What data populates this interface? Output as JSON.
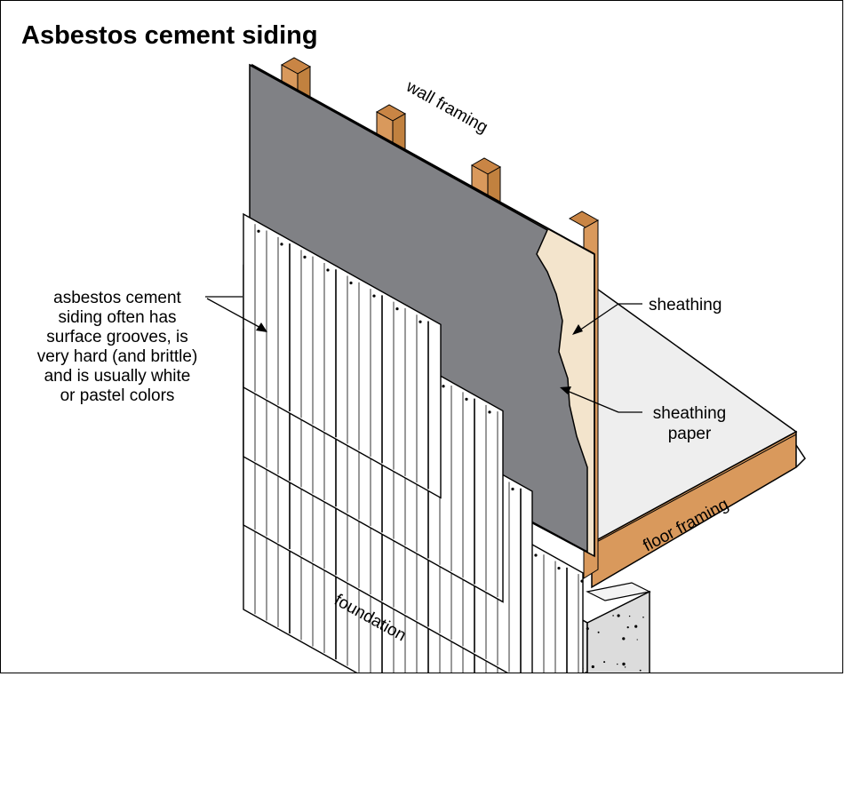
{
  "title": "Asbestos cement siding",
  "labels": {
    "wall_framing": "wall framing",
    "sheathing": "sheathing",
    "sheathing_paper_line1": "sheathing",
    "sheathing_paper_line2": "paper",
    "floor_framing": "floor framing",
    "foundation": "foundation",
    "siding_note": [
      "asbestos cement",
      "siding often has",
      "surface grooves, is",
      "very hard (and brittle)",
      "and is usually white",
      "or pastel colors"
    ]
  },
  "colors": {
    "sheathing_paper": "#808185",
    "sheathing": "#f3e4cc",
    "wood": "#d9995c",
    "concrete": "#e6e6e6",
    "floor_deck": "#eeeeee",
    "siding": "#ffffff"
  }
}
